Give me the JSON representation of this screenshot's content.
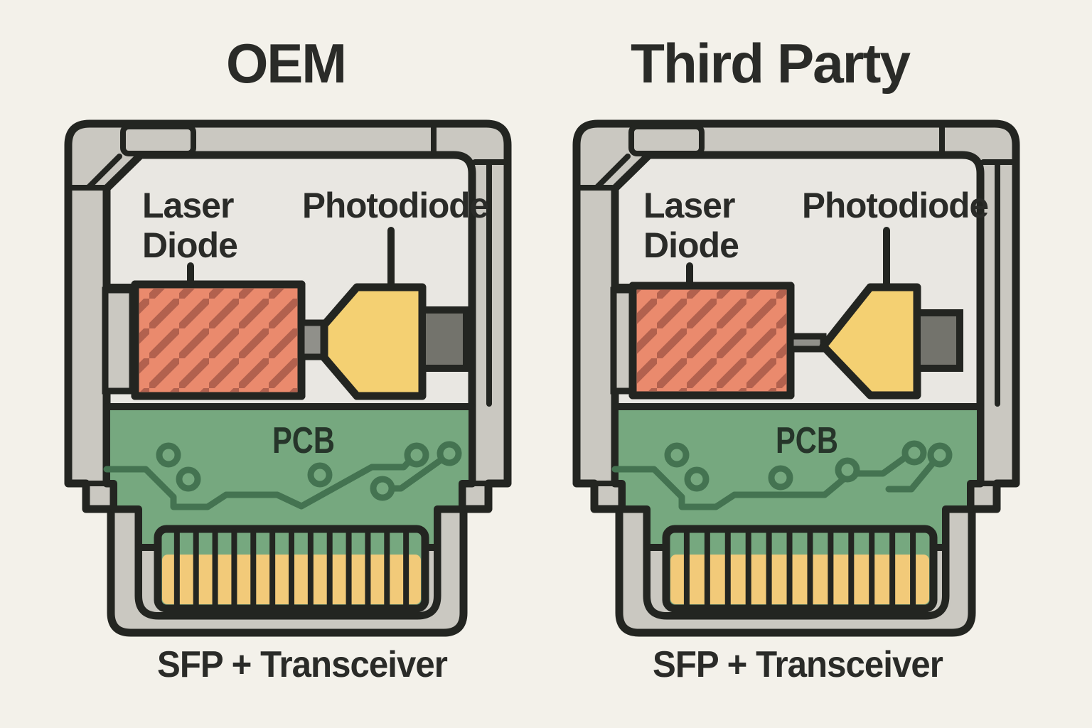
{
  "figure": {
    "type": "comparison-diagram",
    "subject": "SFP+ optical transceiver internal layout, OEM versus Third Party",
    "background": "#f3f1ea",
    "colors": {
      "bg": "#f3f1ea",
      "outline": "#232521",
      "case-gray": "#cac8c1",
      "cavity-gray": "#e9e7e2",
      "laser-fill": "#ea8a6d",
      "laser-hatch": "#b2614e",
      "photodiode-fill": "#f4d072",
      "coupler-gray": "#90908a",
      "receptacle-gray": "#73736c",
      "pcb-green": "#76a87f",
      "trace-green": "#447351",
      "pin-gold": "#f2ca79",
      "text": "#2a2b28",
      "pcb-text": "#26352a"
    },
    "panels": [
      {
        "id": "oem",
        "title": "OEM",
        "caption": "SFP + Transceiver",
        "labels": {
          "laser_line1": "Laser",
          "laser_line2": "Diode",
          "photodiode": "Photodiode",
          "pcb": "PCB"
        },
        "pin_count": 14
      },
      {
        "id": "third-party",
        "title": "Third Party",
        "caption": "SFP + Transceiver",
        "labels": {
          "laser_line1": "Laser",
          "laser_line2": "Diode",
          "photodiode": "Photodiode",
          "pcb": "PCB"
        },
        "pin_count": 13
      }
    ]
  }
}
